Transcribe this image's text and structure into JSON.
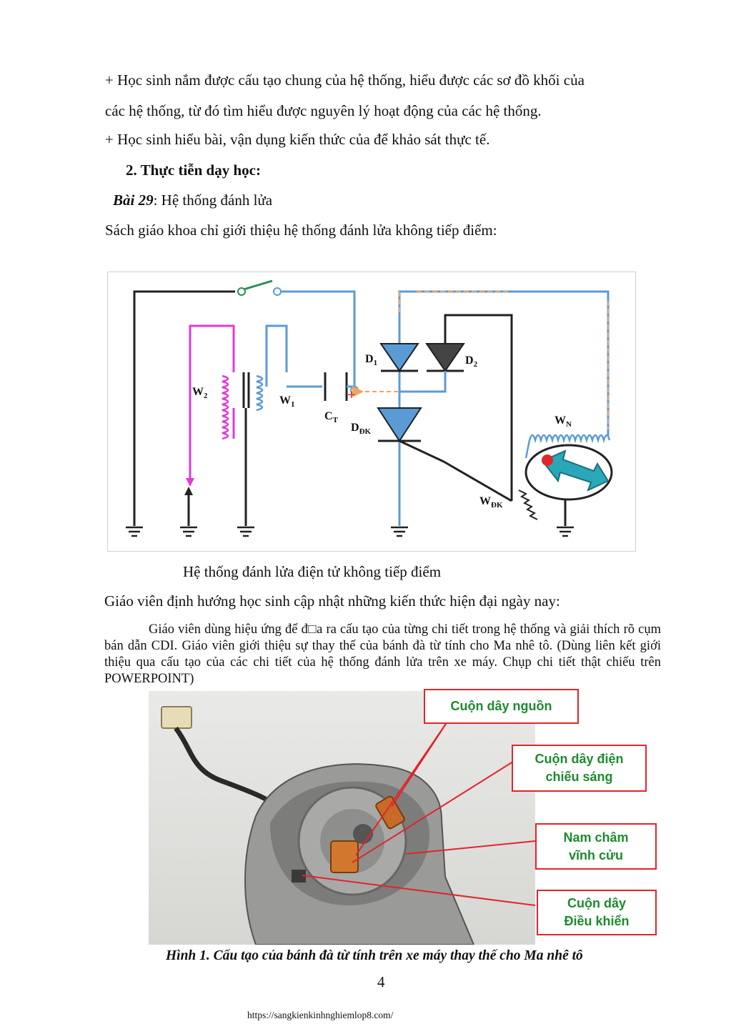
{
  "paragraphs": {
    "p1a": "+ Học sinh nắm được cấu tạo chung của hệ thống, hiểu được các sơ đồ khối của",
    "p1b": "các hệ thống, từ đó tìm hiểu được nguyên lý hoạt động của các hệ thống.",
    "p2": "+ Học sinh hiểu bài, vận dụng kiến thức của để khảo sát thực tế.",
    "heading": "2.  Thực tiễn dạy học:",
    "lesson_label": "Bài 29",
    "lesson_title": ": Hệ thống đánh lửa",
    "intro": "Sách giáo khoa chỉ giới thiệu hệ thống đánh lửa không tiếp điểm:",
    "diagram_caption": "Hệ thống đánh lửa điện tử không tiếp điểm",
    "guide": "Giáo viên định hướng học sinh cập nhật những kiến thức hiện đại ngày nay:",
    "justified": "Giáo viên dùng hiệu ứng để đ□a ra cấu tạo của từng chi tiết trong hệ thống và giải thích rõ cụm bán dẫn CDI. Giáo viên giới thiệu sự thay thế của bánh đà từ tính cho Ma nhê tô. (Dùng liên kết giới thiệu qua cấu tạo của các chi tiết của hệ thống đánh lửa trên xe máy. Chụp chi tiết thật chiếu trên POWERPOINT)",
    "figure_caption": "Hình 1. Cấu tạo của bánh đà từ tính trên xe máy thay thế cho Ma nhê tô",
    "page_number": "4",
    "url": "https://sangkienkinhnghiemlop8.com/"
  },
  "diagram_labels": {
    "w2": "W",
    "w2_sub": "2",
    "w1": "W",
    "w1_sub": "1",
    "ct": "C",
    "ct_sub": "T",
    "d1": "D",
    "d1_sub": "1",
    "d2": "D",
    "d2_sub": "2",
    "ddk": "D",
    "ddk_sub": "ĐK",
    "wn": "W",
    "wn_sub": "N",
    "wdk": "W",
    "wdk_sub": "ĐK",
    "plus": "+"
  },
  "callouts": {
    "c1": "Cuộn dây nguồn",
    "c2_a": "Cuộn dây điện",
    "c2_b": "chiếu sáng",
    "c3_a": "Nam châm",
    "c3_b": "vĩnh cửu",
    "c4_a": "Cuộn dây",
    "c4_b": "Điều khiển"
  },
  "colors": {
    "wire_blue": "#5b9bd5",
    "wire_black": "#222222",
    "wire_magenta": "#e03ad8",
    "wire_green": "#2e8b57",
    "arrow_orange": "#f4a460",
    "rotor_teal": "#2aa7b8",
    "callout_red": "#e0262b",
    "callout_green": "#1e8a2e"
  }
}
